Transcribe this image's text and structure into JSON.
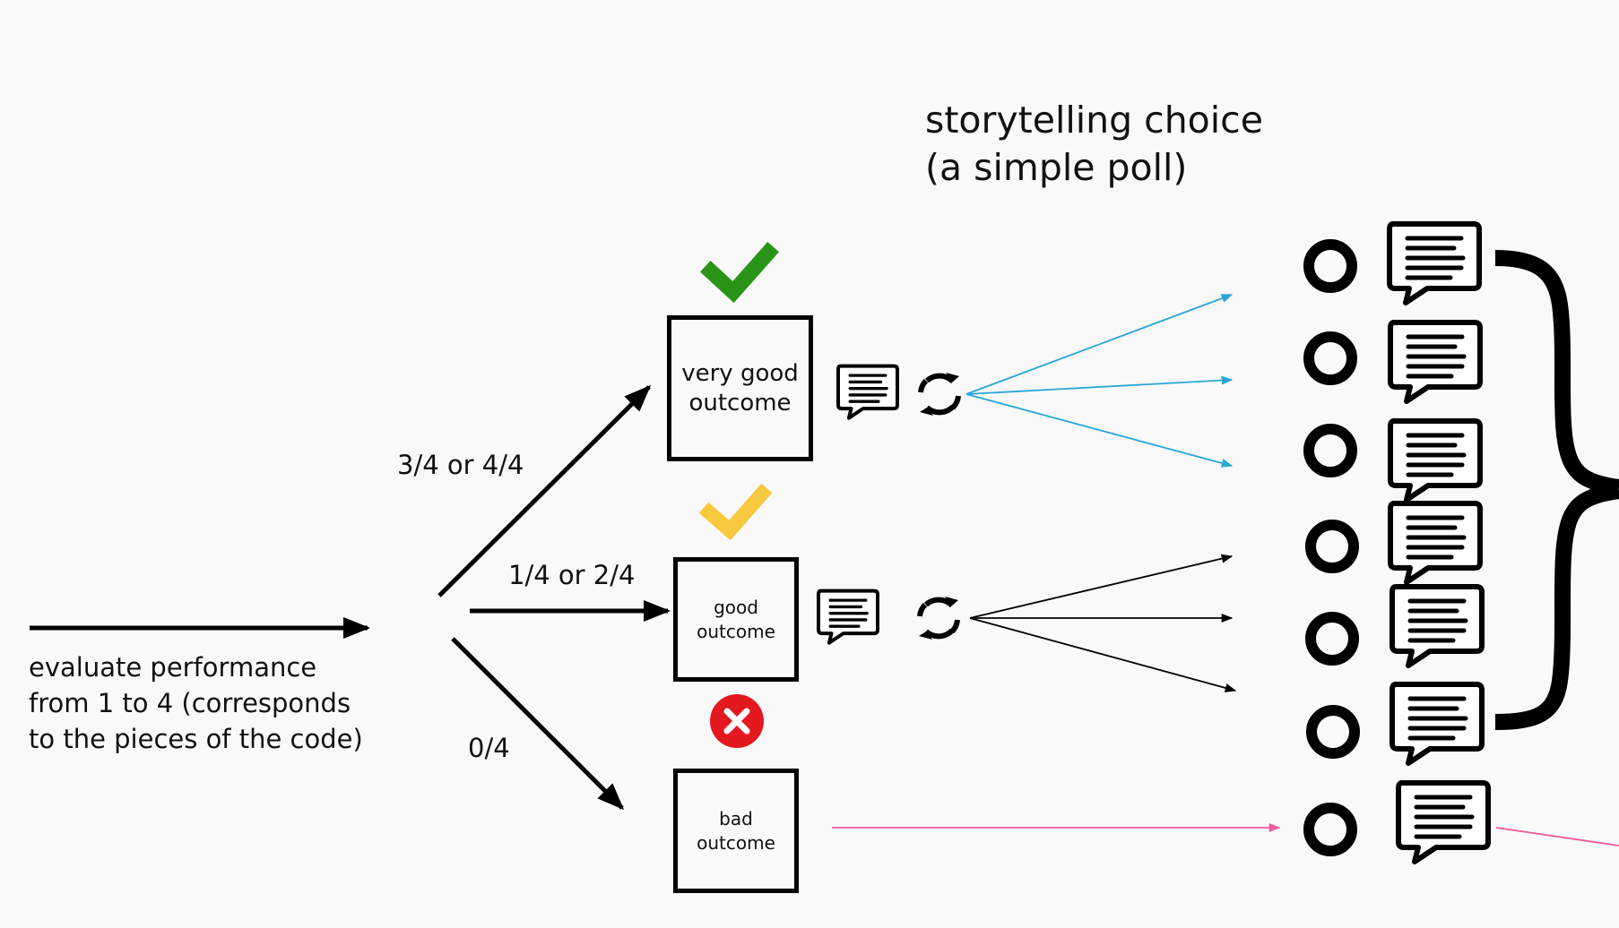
{
  "title": {
    "line1": "storytelling choice",
    "line2": "(a simple poll)"
  },
  "evaluate": {
    "line1": "evaluate performance",
    "line2": "from 1 to 4 (corresponds",
    "line3": "to the pieces of the code)"
  },
  "branches": {
    "high": "3/4 or 4/4",
    "mid": "1/4 or 2/4",
    "low": "0/4"
  },
  "outcomes": {
    "very_good": "very good\noutcome",
    "good": "good\noutcome",
    "bad": "bad\noutcome"
  },
  "colors": {
    "check_green": "#2a9418",
    "check_yellow": "#f8c93f",
    "cross_red": "#e3191f",
    "arrow_blue": "#2aa6d6",
    "arrow_pink": "#ee5a9a",
    "ink": "#000000"
  },
  "icons": [
    "checkmark-icon",
    "cross-icon",
    "speech-bubble-icon",
    "cycle-icon",
    "radio-circle-icon",
    "curly-brace-icon"
  ]
}
